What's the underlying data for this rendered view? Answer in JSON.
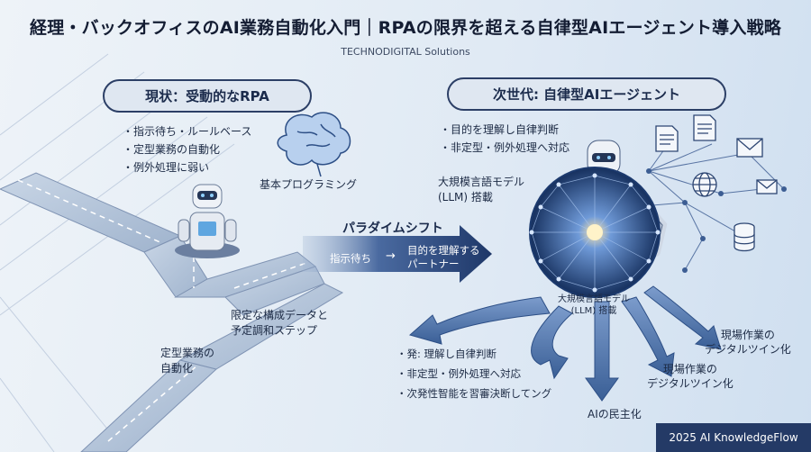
{
  "header": {
    "title": "経理・バックオフィスのAI業務自動化入門｜RPAの限界を超える自律型AIエージェント導入戦略",
    "subtitle": "TECHNODIGITAL Solutions"
  },
  "left_panel": {
    "heading": "現状：受動的なRPA",
    "bullets": [
      "指示待ち・ルールベース",
      "定型業務の自動化",
      "例外処理に弱い"
    ],
    "brain_label": "基本プログラミング",
    "structured_label_line1": "限定な構成データと",
    "structured_label_line2": "予定調和ステップ",
    "routine_label_line1": "定型業務の",
    "routine_label_line2": "自動化"
  },
  "paradigm": {
    "title": "パラダイムシフト",
    "from": "指示待ち",
    "arrow": "→",
    "to_line1": "目的を理解する",
    "to_line2": "パートナー"
  },
  "right_panel": {
    "heading": "次世代: 自律型AIエージェント",
    "bullets": [
      "目的を理解し自律判断",
      "非定型・例外処理へ対応"
    ],
    "llm_label_line1": "大規模言語モデル",
    "llm_label_line2": "(LLM) 搭載",
    "core_label_line1": "大規模言語モデル",
    "core_label_line2": "(LLM) 搭載",
    "bottom_bullets": [
      "発: 理解し自律判断",
      "非定型・例外処理へ対応",
      "次発性智能を習審決断してング"
    ],
    "twin_label_1_line1": "現場作業の",
    "twin_label_1_line2": "デジタルツイン化",
    "twin_label_2_line1": "現場作業の",
    "twin_label_2_line2": "デジタルツイン化",
    "democratize_label": "AIの民主化"
  },
  "footer": {
    "text": "2025 AI KnowledgeFlow"
  },
  "colors": {
    "navy": "#243a66",
    "arrow_blue": "#2e4f86",
    "panel_border": "#2c3f66"
  },
  "icons": [
    "brain-icon",
    "rpa-robot-icon",
    "ai-robot-icon",
    "document-icon",
    "email-icon",
    "globe-icon",
    "database-icon",
    "neural-sphere-icon"
  ]
}
